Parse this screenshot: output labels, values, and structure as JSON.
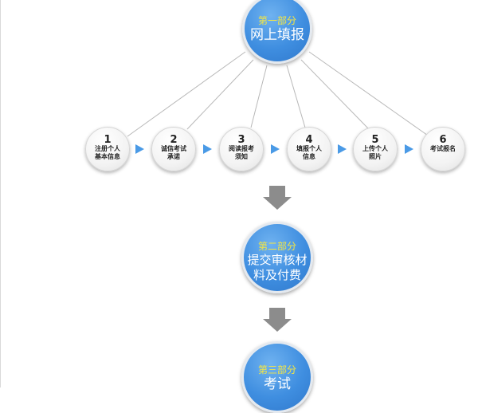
{
  "part1": {
    "part_label": "第一部分",
    "title": "网上填报"
  },
  "steps": [
    {
      "num": "1",
      "label": "注册个人\n基本信息"
    },
    {
      "num": "2",
      "label": "诚信考试\n承诺"
    },
    {
      "num": "3",
      "label": "阅读报考\n须知"
    },
    {
      "num": "4",
      "label": "填报个人\n信息"
    },
    {
      "num": "5",
      "label": "上传个人\n照片"
    },
    {
      "num": "6",
      "label": "考试报名"
    }
  ],
  "part2": {
    "part_label": "第二部分",
    "title_line1": "提交审核材",
    "title_line2": "料及付费"
  },
  "part3": {
    "part_label": "第三部分",
    "title": "考试"
  },
  "colors": {
    "blue_circle": "#3f8ee0",
    "yellow_text": "#f5e642",
    "arrow_blue": "#4a9ae6",
    "down_arrow_gray": "#8c8c8c"
  }
}
